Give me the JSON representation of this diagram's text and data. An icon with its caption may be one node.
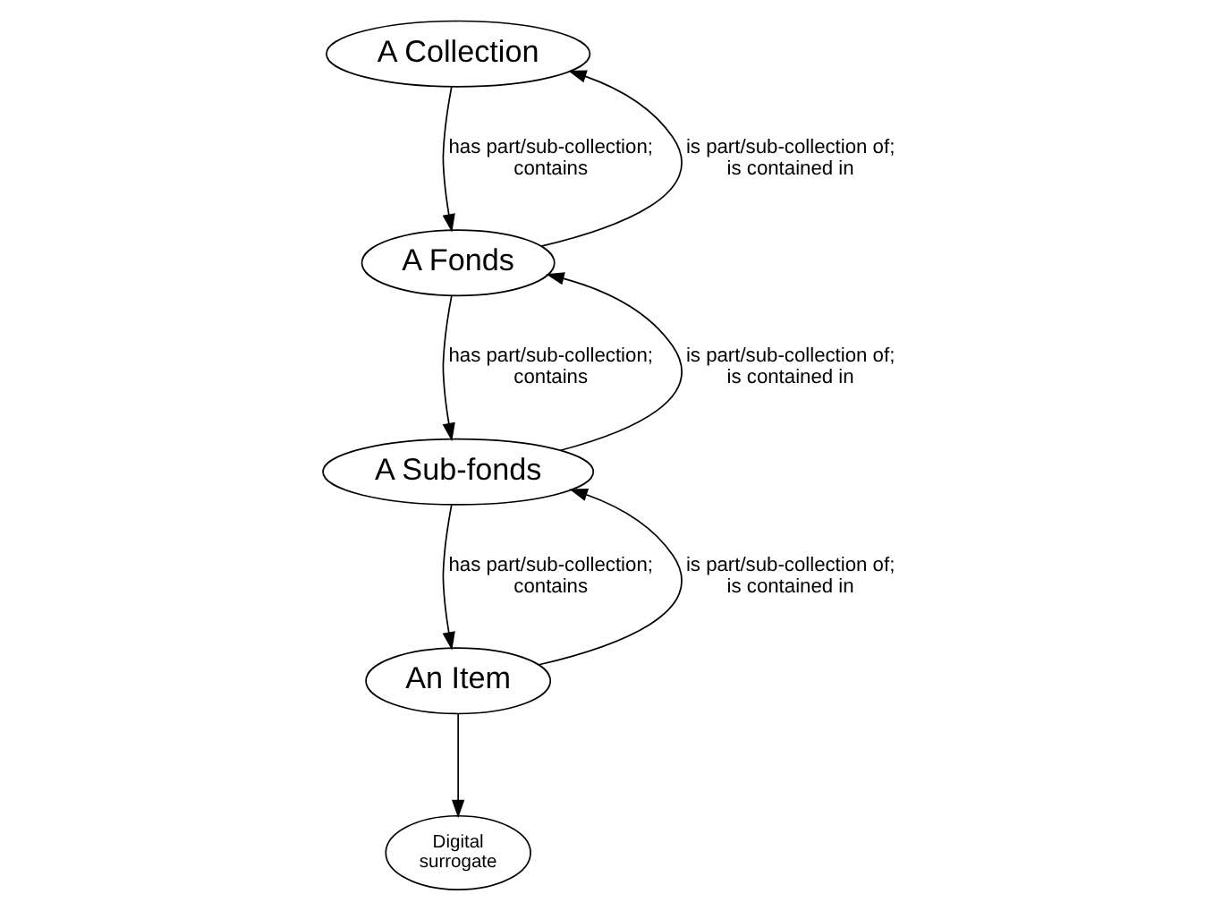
{
  "diagram": {
    "nodes": [
      {
        "text": [
          "A Collection"
        ]
      },
      {
        "text": [
          "A Fonds"
        ]
      },
      {
        "text": [
          "A Sub-fonds"
        ]
      },
      {
        "text": [
          "An Item"
        ]
      },
      {
        "text": [
          "Digital surrogate"
        ]
      }
    ],
    "edges": [
      {
        "from": 1,
        "to": 0,
        "arrow": "to",
        "label": "is part/sub-collection of; is contained in"
      },
      {
        "from": 0,
        "to": 1,
        "arrow": "to",
        "label": "has part/sub-collection; contains"
      },
      {
        "from": 2,
        "to": 1,
        "arrow": "to",
        "label": "is part/sub-collection of; is contained in"
      },
      {
        "from": 1,
        "to": 2,
        "arrow": "to",
        "label": "has part/sub-collection; contains"
      },
      {
        "from": 3,
        "to": 2,
        "arrow": "to",
        "label": "is part/sub-collection of; is contained in"
      },
      {
        "from": 2,
        "to": 3,
        "arrow": "to",
        "label": "has part/sub-collection; contains"
      },
      {
        "from": 3,
        "to": 4,
        "arrow": "to"
      }
    ]
  }
}
